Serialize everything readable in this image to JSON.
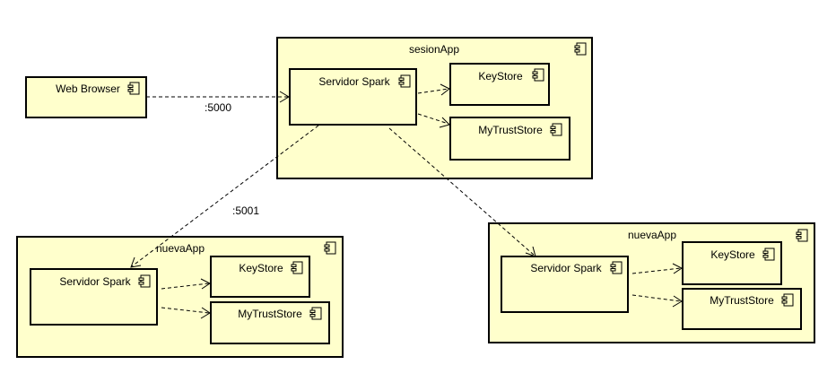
{
  "diagram": {
    "containers": {
      "sesion_app": {
        "title": "sesionApp",
        "server": "Servidor Spark",
        "keystore": "KeyStore",
        "truststore": "MyTrustStore"
      },
      "nueva_app_left": {
        "title": "nuevaApp",
        "server": "Servidor Spark",
        "keystore": "KeyStore",
        "truststore": "MyTrustStore"
      },
      "nueva_app_right": {
        "title": "nuevaApp",
        "server": "Servidor Spark",
        "keystore": "KeyStore",
        "truststore": "MyTrustStore"
      }
    },
    "web_browser": {
      "label": "Web Browser"
    },
    "edges": {
      "browser_to_server": ":5000",
      "server_to_left": ":5001"
    },
    "colors": {
      "component_fill": "#ffffcc",
      "stroke": "#000000"
    },
    "icon": "component-icon"
  }
}
